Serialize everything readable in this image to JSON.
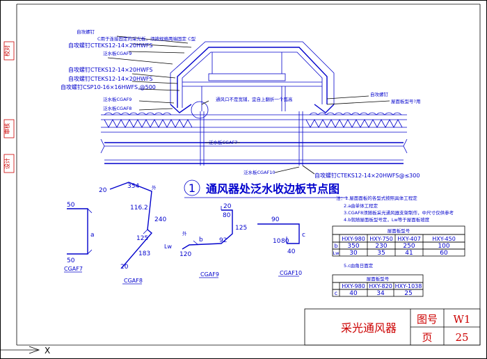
{
  "side_labels": [
    "校对",
    "审核",
    "设计"
  ],
  "callouts_left": [
    "自攻螺钉",
    "C用于连接固定的采光板，须按规格两端固定 C型",
    "自攻螺钉CTEKS12-14×20HWFS",
    "泛水板CGAF9",
    "自攻螺钉CTEKS12-14×20HWFS",
    "自攻螺钉CTEKS12-14×20HWFS",
    "自攻螺钉CSP10-16×16HWFS,@500",
    "泛水板CGAF9",
    "泛水板CGAF8"
  ],
  "callouts_right": [
    "自攻螺钉",
    "屋面板型号?用"
  ],
  "callout_center": "通风口不是宽铺，宜自上翻折一个弧高",
  "callout_bottom_left": "泛水板CGAF7",
  "callout_bottom_mid": "泛水板CGAF10",
  "callout_bottom_right": "自攻螺钉CTEKS12-14×20HWFS@≤300",
  "title_number": "1",
  "title_text": "通风器处泛水收边板节点图",
  "notes": [
    "注：1.屋面面板的各型式按照具体工程定",
    "2.a由单体工程定",
    "3.CGAF8须随板采光通风器支架制作，中尺寸仅供参考",
    "4.b就随屋面板型号定，Lw等于屋面板坡度"
  ],
  "note5": "5.c由角日面定",
  "table1": {
    "title": "屋面板型号",
    "headers": [
      "",
      "HXY-980",
      "HXY-750",
      "HXY-407",
      "HXY-450"
    ],
    "rows": [
      [
        "b",
        "350",
        "230",
        "250",
        "100"
      ],
      [
        "Lw",
        "30",
        "35",
        "41",
        "60"
      ]
    ]
  },
  "table2": {
    "title": "屋面板型号",
    "headers": [
      "",
      "HXY-980",
      "HXY-820",
      "HXY-1038"
    ],
    "rows": [
      [
        "c",
        "40",
        "34",
        "25"
      ]
    ]
  },
  "profiles": {
    "cgaf7": {
      "label": "CGAF7",
      "dims": [
        "50",
        "a",
        "50"
      ]
    },
    "cgaf8": {
      "label": "CGAF8",
      "dims": [
        "20",
        "354",
        "外",
        "116.2",
        "240",
        "125",
        "183",
        "20"
      ]
    },
    "cgaf9": {
      "label": "CGAF9",
      "dims": [
        "20",
        "80",
        "125",
        "92",
        "b",
        "外",
        "Lw",
        "120"
      ]
    },
    "cgaf10": {
      "label": "CGAF10",
      "dims": [
        "90",
        "10",
        "80",
        "c",
        "40"
      ]
    }
  },
  "title_block": {
    "name": "采光通风器",
    "drawing_no_label": "图号",
    "drawing_no": "W1",
    "page_label": "页",
    "page_no": "25"
  },
  "axis_mark": "X"
}
